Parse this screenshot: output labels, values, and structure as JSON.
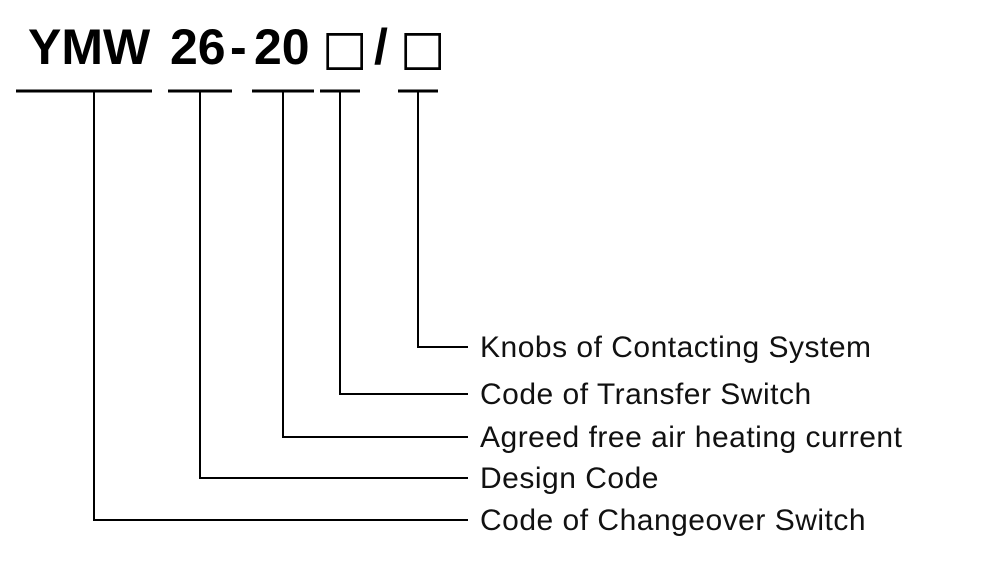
{
  "model": {
    "full_text": "YMW 26-20□/□",
    "prefix": "YMW",
    "series": "26",
    "dash": "-",
    "design": "20",
    "placeholder1": "□",
    "separator": "/",
    "placeholder2": "□"
  },
  "callouts": [
    {
      "label": "Knobs of Contacting System"
    },
    {
      "label": "Code of Transfer Switch"
    },
    {
      "label": "Agreed free air heating current"
    },
    {
      "label": "Design Code"
    },
    {
      "label": "Code of Changeover Switch"
    }
  ],
  "colors": {
    "ink": "#000000",
    "background": "#ffffff"
  }
}
